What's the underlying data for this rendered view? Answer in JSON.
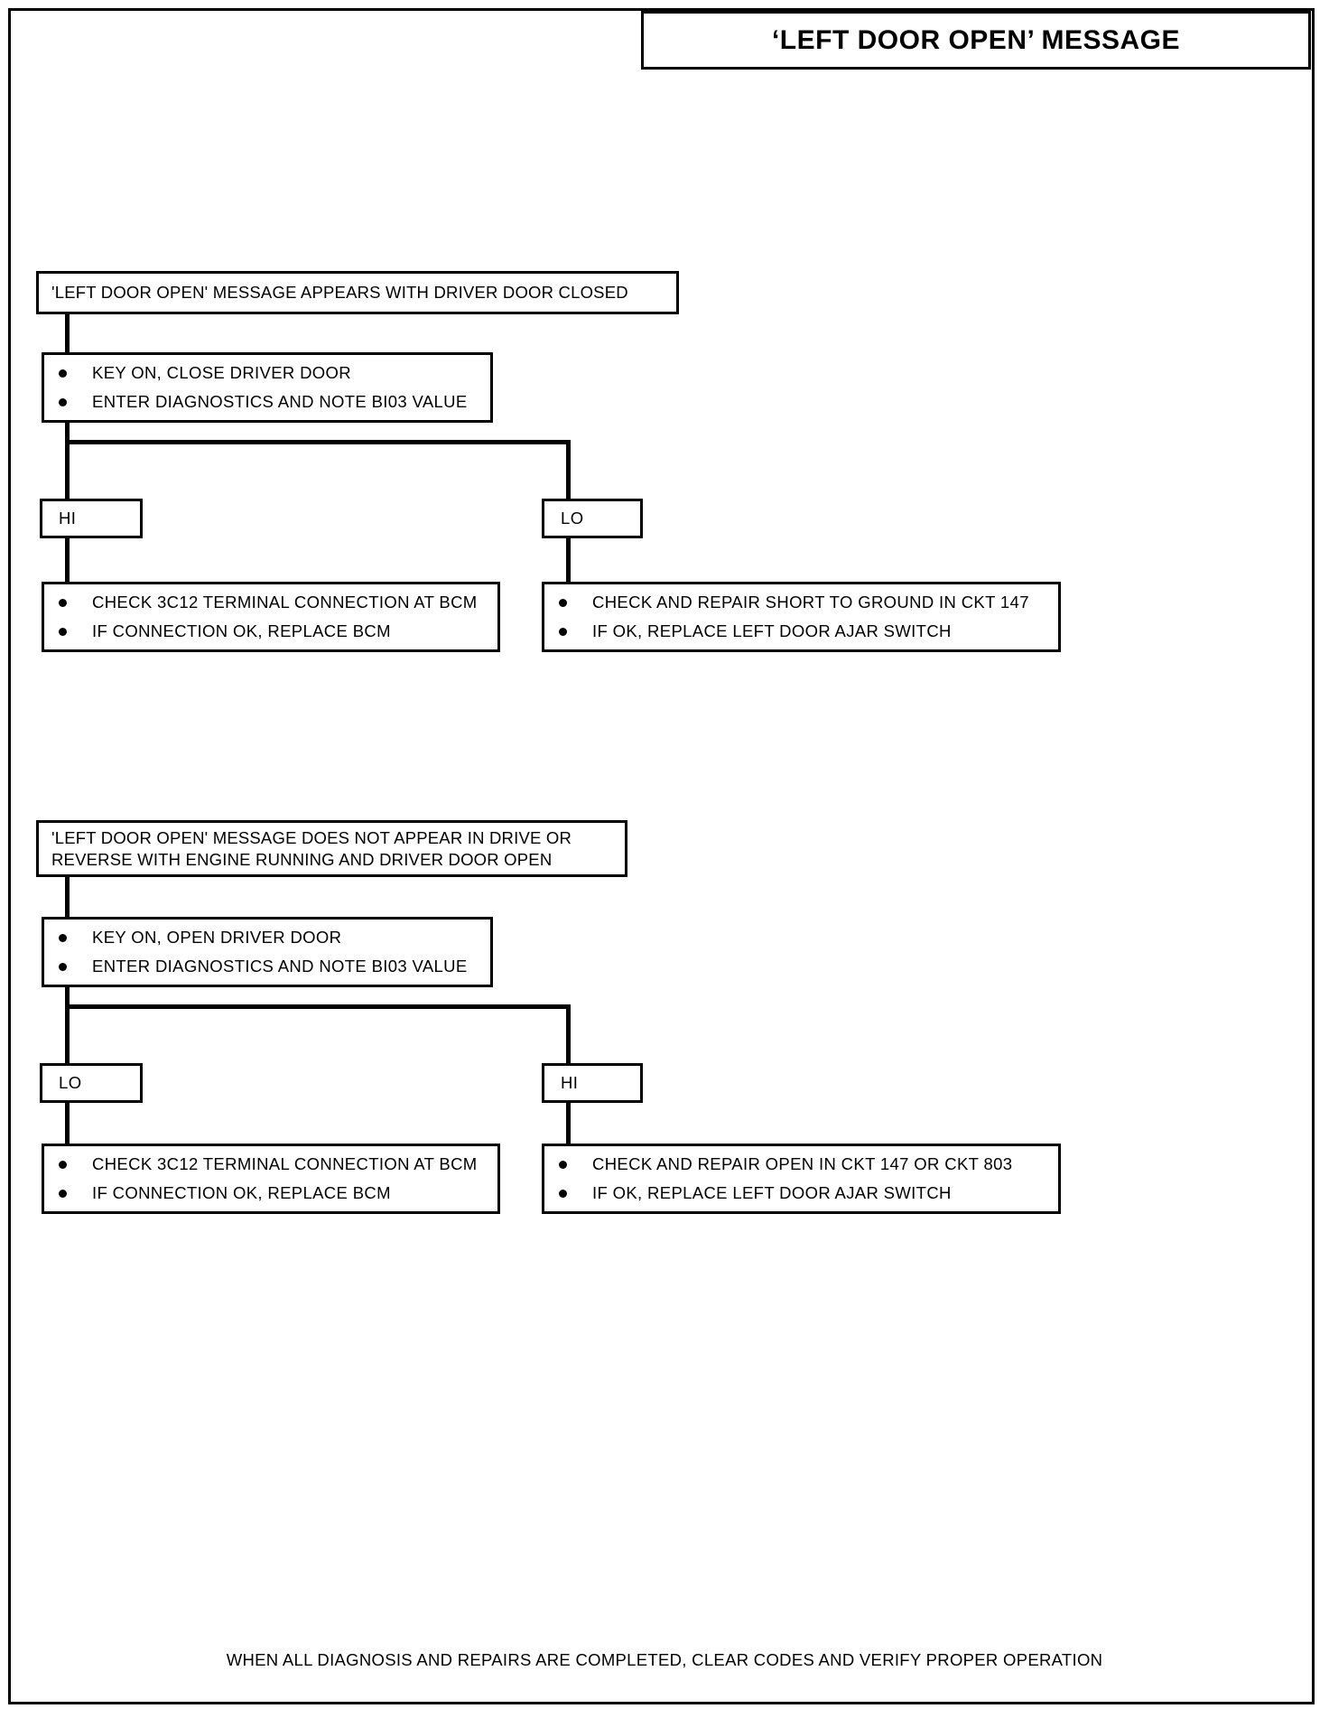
{
  "page": {
    "title": "‘LEFT DOOR OPEN’ MESSAGE",
    "footer": "WHEN ALL DIAGNOSIS AND REPAIRS ARE COMPLETED, CLEAR CODES AND VERIFY PROPER OPERATION"
  },
  "flowchart_1": {
    "header": "'LEFT DOOR OPEN' MESSAGE APPEARS WITH DRIVER DOOR CLOSED",
    "step": {
      "bullets": [
        "KEY ON, CLOSE DRIVER DOOR",
        "ENTER DIAGNOSTICS AND NOTE BI03 VALUE"
      ]
    },
    "branch_left": {
      "label": "HI",
      "bullets": [
        "CHECK 3C12 TERMINAL CONNECTION AT BCM",
        "IF CONNECTION OK, REPLACE BCM"
      ]
    },
    "branch_right": {
      "label": "LO",
      "bullets": [
        "CHECK AND REPAIR SHORT TO GROUND IN CKT 147",
        "IF OK, REPLACE LEFT DOOR AJAR SWITCH"
      ]
    }
  },
  "flowchart_2": {
    "header": "'LEFT DOOR OPEN' MESSAGE DOES NOT APPEAR IN DRIVE OR\nREVERSE WITH ENGINE RUNNING AND DRIVER DOOR OPEN",
    "step": {
      "bullets": [
        "KEY ON, OPEN DRIVER DOOR",
        "ENTER DIAGNOSTICS AND NOTE BI03 VALUE"
      ]
    },
    "branch_left": {
      "label": "LO",
      "bullets": [
        "CHECK 3C12 TERMINAL CONNECTION AT BCM",
        "IF CONNECTION OK, REPLACE BCM"
      ]
    },
    "branch_right": {
      "label": "HI",
      "bullets": [
        "CHECK AND REPAIR OPEN IN CKT 147 OR CKT 803",
        "IF OK, REPLACE LEFT DOOR AJAR SWITCH"
      ]
    }
  },
  "colors": {
    "ink": "#000000",
    "paper": "#ffffff"
  }
}
